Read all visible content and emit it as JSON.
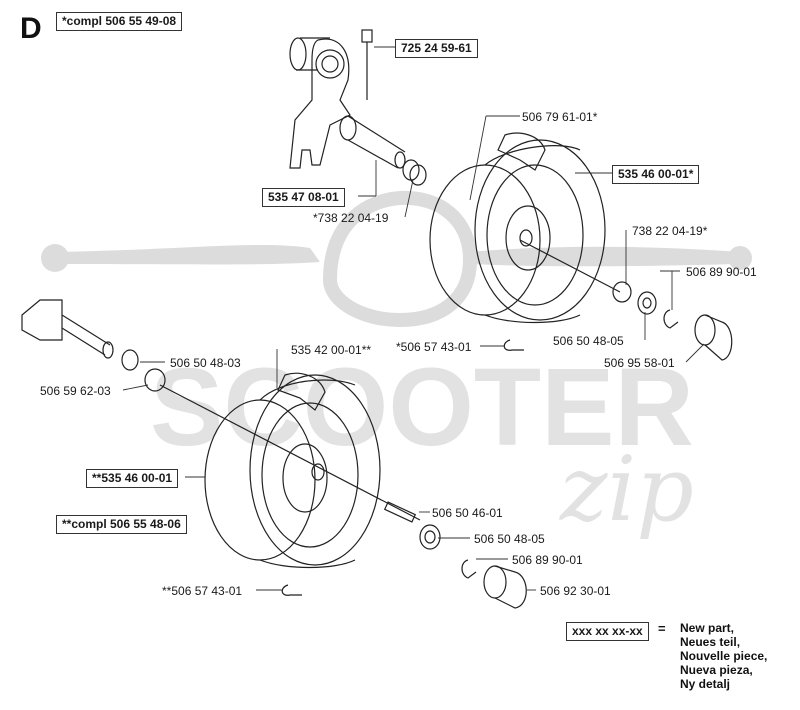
{
  "section_letter": "D",
  "watermark": {
    "text": "SCOOTER",
    "script": "zip"
  },
  "labels": {
    "compl_50655 4908": "*compl 506 55 49-08",
    "p_7252459": "725 24 59-61",
    "p_5067961": "506 79 61-01*",
    "p_535460001_a": "535 46 00-01*",
    "p_5354708": "535 47 08-01",
    "p_738_left": "*738 22 04-19",
    "p_738_right": "738 22 04-19*",
    "p_50689901_a": "506 89 90-01",
    "p_50650480_5a": "506 50 48-05",
    "p_50695581": "506 95 58-01",
    "p_50657431_a": "*506 57 43-01",
    "p_53542001": "535 42 00-01**",
    "p_50650483": "506 50 48-03",
    "p_50659623": "506 59 62-03",
    "p_535460001_b": "**535 46 00-01",
    "compl_506554806": "**compl 506 55 48-06",
    "p_50650461": "506 50 46-01",
    "p_50650485_b": "506 50 48-05",
    "p_50689901_b": "506 89 90-01",
    "p_50692301": "506 92 30-01",
    "p_50657431_b": "**506 57 43-01"
  },
  "legend": {
    "code": "xxx xx xx-xx",
    "equals": "=",
    "entries": [
      "New part,",
      "Neues teil,",
      "Nouvelle piece,",
      "Nueva pieza,",
      "Ny detalj"
    ]
  }
}
